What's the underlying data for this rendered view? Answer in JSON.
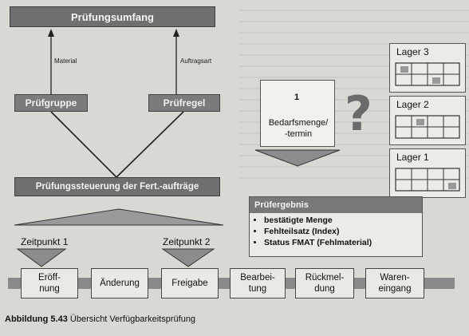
{
  "diagram": {
    "top_box": "Prüfungsumfang",
    "arrow_left_label": "Material",
    "arrow_right_label": "Auftragsart",
    "left_box": "Prüfgruppe",
    "right_box": "Prüfregel",
    "control_box": "Prüfungssteuerung der Fert.-aufträge",
    "time_points": [
      "Zeitpunkt 1",
      "Zeitpunkt 2"
    ],
    "process_steps": [
      "Eröff-\nnung",
      "Änderung",
      "Freigabe",
      "Bearbei-\ntung",
      "Rückmel-\ndung",
      "Waren-\neingang"
    ],
    "calendar_number": "1",
    "demand_card": "Bedarfsmenge/\n-termin",
    "question_mark": "?",
    "warehouses": [
      "Lager 3",
      "Lager 2",
      "Lager 1"
    ],
    "result": {
      "title": "Prüfergebnis",
      "items": [
        "bestätigte Menge",
        "Fehlteilsatz (Index)",
        "Status FMAT (Fehlmaterial)"
      ]
    }
  },
  "caption": {
    "label": "Abbildung 5.43",
    "text": "Übersicht Verfügbarkeitsprüfung"
  },
  "colors": {
    "dark_box": "#6f6f6f",
    "background": "#d9d8d2",
    "process_band": "#8a8a8a"
  }
}
